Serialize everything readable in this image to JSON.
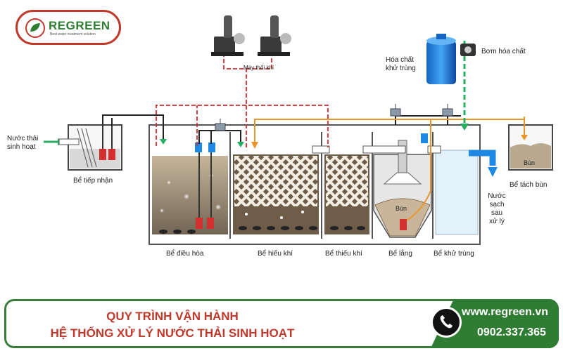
{
  "logo": {
    "name": "REGREEN",
    "tagline": "Best water treatment solution"
  },
  "labels": {
    "blower": "Máy thổi khí",
    "chemical_tank": [
      "Hóa chất",
      "khử trùng"
    ],
    "dosing_pump": "Bơm hóa chất",
    "inlet": [
      "Nước thải",
      "sinh hoạt"
    ],
    "collection_tank": "Bể tiếp nhận",
    "equalization_tank": "Bể điều hòa",
    "aerobic_tank": "Bể hiếu khí",
    "anoxic_tank": "Bể thiếu khí",
    "settling_tank": "Bể lắng",
    "disinfection_tank": "Bể khử trùng",
    "sludge_tank": "Bể tách bùn",
    "sludge_in_settling": "Bùn",
    "sludge_in_tank": "Bùn",
    "clean_water": [
      "Nước",
      "sạch",
      "sau",
      "xử lý"
    ]
  },
  "banner": {
    "title_line1": "QUY TRÌNH VẬN HÀNH",
    "title_line2": "HỆ THỐNG XỬ LÝ NƯỚC THẢI SINH HOẠT",
    "website": "www.regreen.vn",
    "phone": "0902.337.365"
  },
  "colors": {
    "air_line": "#d32f2f",
    "sludge_line": "#e8952a",
    "chemical_line": "#27ae60",
    "water_line": "#222222",
    "brand_green": "#2e7d32",
    "brand_red": "#c0392b"
  }
}
